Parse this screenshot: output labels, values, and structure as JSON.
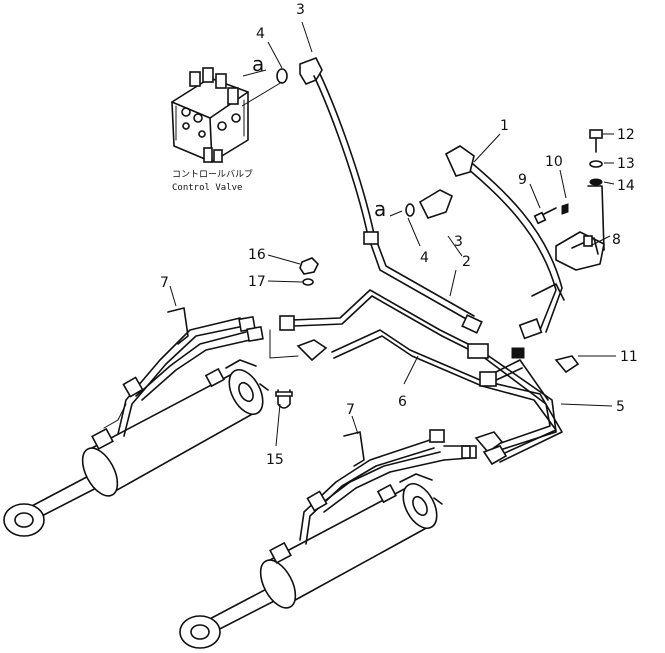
{
  "diagram": {
    "control_valve": {
      "label_jp": "コントロールバルブ",
      "label_en": "Control Valve"
    },
    "ref_letters": {
      "a_top": "a",
      "a_mid": "a"
    },
    "part_numbers": {
      "n1": "1",
      "n2": "2",
      "n3_top": "3",
      "n3_mid": "3",
      "n4_top": "4",
      "n4_mid": "4",
      "n5": "5",
      "n6": "6",
      "n7_left": "7",
      "n7_right": "7",
      "n8": "8",
      "n9": "9",
      "n10": "10",
      "n11": "11",
      "n12": "12",
      "n13": "13",
      "n14": "14",
      "n15": "15",
      "n16": "16",
      "n17": "17"
    }
  }
}
